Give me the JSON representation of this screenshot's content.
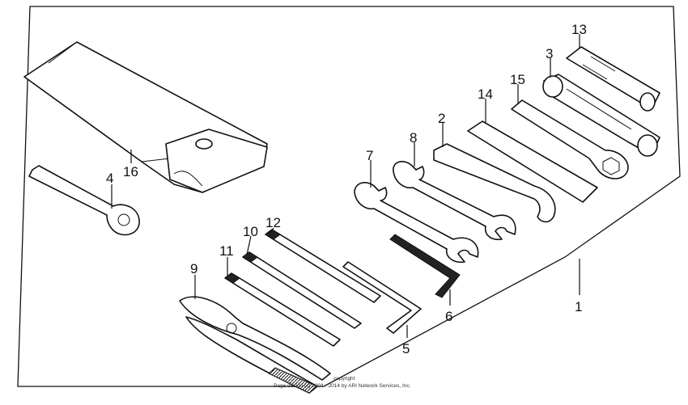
{
  "callouts": [
    {
      "id": "p1",
      "label": "1"
    },
    {
      "id": "p2",
      "label": "2"
    },
    {
      "id": "p3",
      "label": "3"
    },
    {
      "id": "p4",
      "label": "4"
    },
    {
      "id": "p5",
      "label": "5"
    },
    {
      "id": "p6",
      "label": "6"
    },
    {
      "id": "p7",
      "label": "7"
    },
    {
      "id": "p8",
      "label": "8"
    },
    {
      "id": "p9",
      "label": "9"
    },
    {
      "id": "p10",
      "label": "10"
    },
    {
      "id": "p11",
      "label": "11"
    },
    {
      "id": "p12",
      "label": "12"
    },
    {
      "id": "p13",
      "label": "13"
    },
    {
      "id": "p14",
      "label": "14"
    },
    {
      "id": "p15",
      "label": "15"
    },
    {
      "id": "p16",
      "label": "16"
    }
  ],
  "copyright": {
    "line1": "copyright",
    "line2": "Page design (c) 2004 - 2014 by ARI Network Services, Inc."
  }
}
